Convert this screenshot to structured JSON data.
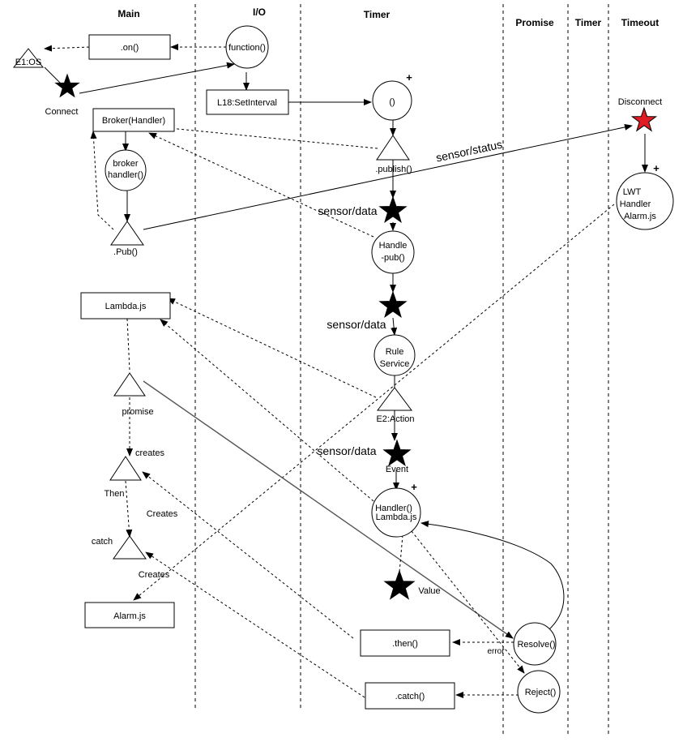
{
  "lanes": [
    "Main",
    "I/O",
    "Timer",
    "Promise",
    "Timer",
    "Timeout"
  ],
  "nodes": {
    "os": "E1:OS",
    "on": ".on()",
    "function": "function()",
    "connect": "Connect",
    "setinterval": "L18:SetInterval",
    "timer_fn": "()",
    "broker": "Broker(Handler)",
    "broker_handler": [
      "broker",
      "handler()"
    ],
    "publish": ".publish()",
    "pub": ".Pub()",
    "sensor_status": "sensor/status",
    "disconnect": "Disconnect",
    "lwt": [
      "LWT",
      "Handler",
      "Alarm.js"
    ],
    "sensor_data_1": "sensor/data",
    "handle_pub": [
      "Handle",
      "-pub()"
    ],
    "lambda": "Lambda.js",
    "sensor_data_2": "sensor/data",
    "rule_service": [
      "Rule",
      "Service"
    ],
    "e2_action": "E2:Action",
    "promise": "promise",
    "sensor_data_3": "sensor/data",
    "event": "Event",
    "creates_1": "creates",
    "then_label": "Then",
    "creates_2": "Creates",
    "handler_lambda": [
      "Handler()",
      "Lambda.js"
    ],
    "catch_label": "catch",
    "creates_3": "Creates",
    "value": "Value",
    "alarm": "Alarm.js",
    "then_box": ".then()",
    "resolve": "Resolve()",
    "error": "error",
    "catch_box": ".catch()",
    "reject": "Reject()",
    "plus": "+"
  },
  "colors": {
    "line": "#000000",
    "red_star": "#e01b24",
    "promise_line": "#555555"
  }
}
